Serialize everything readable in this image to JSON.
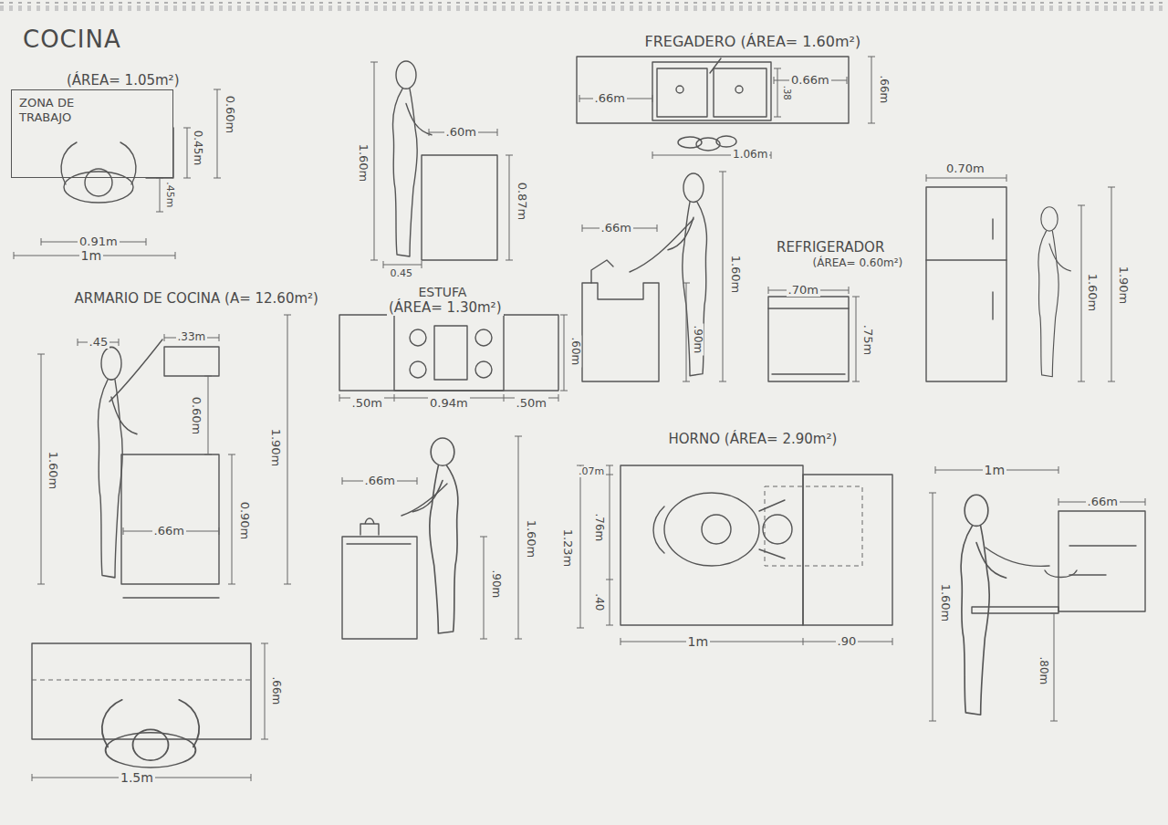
{
  "diagram": {
    "title": "COCINA",
    "nodes": [
      {
        "text": [
          "ZONA DE TRABAJO"
        ]
      }
    ],
    "labels": [
      "(ÁREA= 1.05m²)",
      "0.60m",
      "0.45m",
      ".45m",
      "0.91m",
      "1m",
      "1.60m",
      ".60m",
      "0.87m",
      "0.45",
      "FREGADERO (ÁREA= 1.60m²)",
      ".66m",
      "0.66m",
      ".66m",
      ".38",
      "1.06m",
      ".66m",
      "1.60m",
      ".90m",
      "REFRIGERADOR",
      "(ÁREA= 0.60m²)",
      ".70m",
      ".75m",
      "0.70m",
      "1.60m",
      "1.90m",
      "ARMARIO DE COCINA (A= 12.60m²)",
      ".45",
      ".33m",
      "0.60m",
      "1.60m",
      "0.90m",
      ".66m",
      "1.90m",
      "ESTUFA",
      "(ÁREA= 1.30m²)",
      ".60m",
      ".50m",
      "0.94m",
      ".50m",
      ".66m",
      "1.60m",
      ".90m",
      "HORNO (ÁREA= 2.90m²)",
      ".07m",
      "1.23m",
      ".76m",
      ".40",
      "1m",
      ".90",
      "1m",
      ".66m",
      "1.60m",
      ".80m",
      ".66m",
      "1.5m"
    ]
  }
}
